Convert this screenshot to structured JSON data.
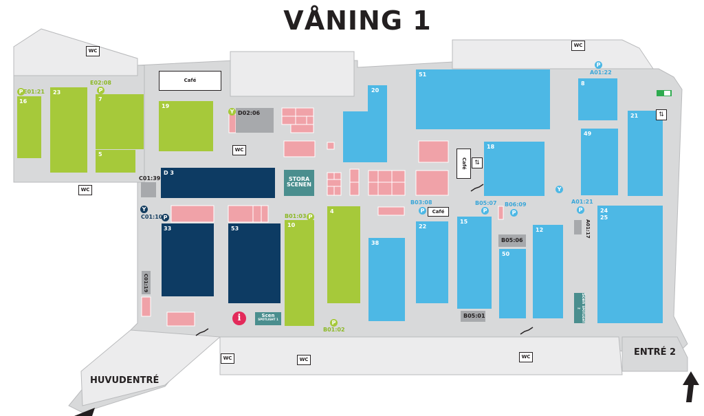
{
  "title": "VÅNING 1",
  "colors": {
    "floor": "#d8d9da",
    "corridor": "#ececed",
    "green": "#a6c93a",
    "blue": "#4db8e5",
    "navy": "#0d3b63",
    "pink": "#f0a2a8",
    "gray": "#a7a9ac",
    "teal": "#4a8e8e",
    "info": "#e32a5a"
  },
  "entrances": {
    "main": "HUVUDENTRÉ",
    "second": "ENTRÉ 2"
  },
  "stage_main": {
    "line1": "STORA",
    "line2": "SCENEN"
  },
  "stage_small_1": {
    "name": "Scen",
    "sub": "SPOTLIGHT 1"
  },
  "stage_small_2": {
    "name": "Scen",
    "sub": "SPOTLIGHT 2"
  },
  "cafe_label": "Café",
  "wc_label": "WC",
  "info_icon": "i",
  "parking_letter": "P",
  "elevator_letter": "Y",
  "halls": {
    "h16": "16",
    "h23": "23",
    "h7": "7",
    "h5": "5",
    "h19": "19",
    "d3": "D 3",
    "h33": "33",
    "h53": "53",
    "h10": "10",
    "h4": "4",
    "h38": "38",
    "h22": "22",
    "h15": "15",
    "h50": "50",
    "h12": "12",
    "h20": "20",
    "h51": "51",
    "h18": "18",
    "h8": "8",
    "h49": "49",
    "h21": "21",
    "h24": "24",
    "h25": "25"
  },
  "codes": {
    "e01_21": "E01:21",
    "e02_08": "E02:08",
    "d02_06": "D02:06",
    "c01_39": "C01:39",
    "c01_10": "C01:10",
    "c01_19": "C01:19",
    "b01_03": "B01:03",
    "b01_02": "B01:02",
    "b03_08": "B03:08",
    "b05_07": "B05:07",
    "b06_09": "B06:09",
    "b05_06": "B05:06",
    "b05_01": "B05:01",
    "a01_21": "A01:21",
    "a01_22": "A01:22",
    "a01_17": "A01:17"
  }
}
